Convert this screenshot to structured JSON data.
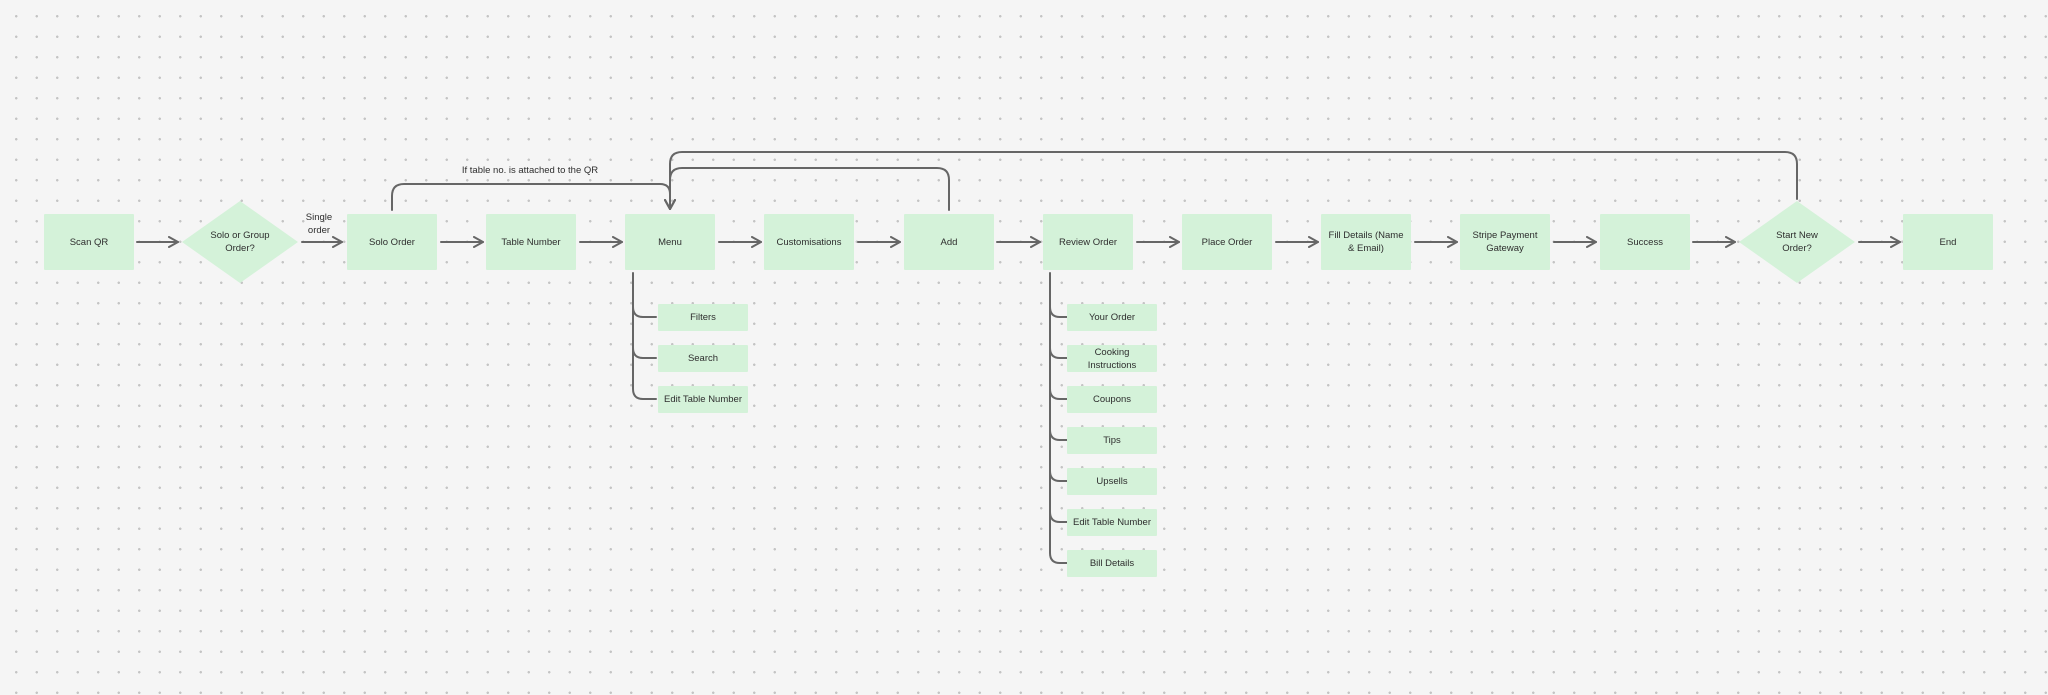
{
  "diagram": {
    "nodes": {
      "scan_qr": "Scan QR",
      "solo_or_group": "Solo or Group\nOrder?",
      "solo_order": "Solo Order",
      "table_number": "Table Number",
      "menu": "Menu",
      "customisations": "Customisations",
      "add": "Add",
      "review_order": "Review Order",
      "place_order": "Place Order",
      "fill_details": "Fill Details (Name\n& Email)",
      "stripe": "Stripe Payment\nGateway",
      "success": "Success",
      "start_new_order": "Start New\nOrder?",
      "end": "End"
    },
    "menu_children": [
      "Filters",
      "Search",
      "Edit Table Number"
    ],
    "review_children": [
      "Your Order",
      "Cooking Instructions",
      "Coupons",
      "Tips",
      "Upsells",
      "Edit Table Number",
      "Bill Details"
    ],
    "edge_labels": {
      "single_order": "Single\norder",
      "table_attached": "If table no. is attached to the QR"
    }
  },
  "colors": {
    "node_fill": "#d4f2d9",
    "connector": "#666666",
    "canvas": "#f5f5f5"
  }
}
